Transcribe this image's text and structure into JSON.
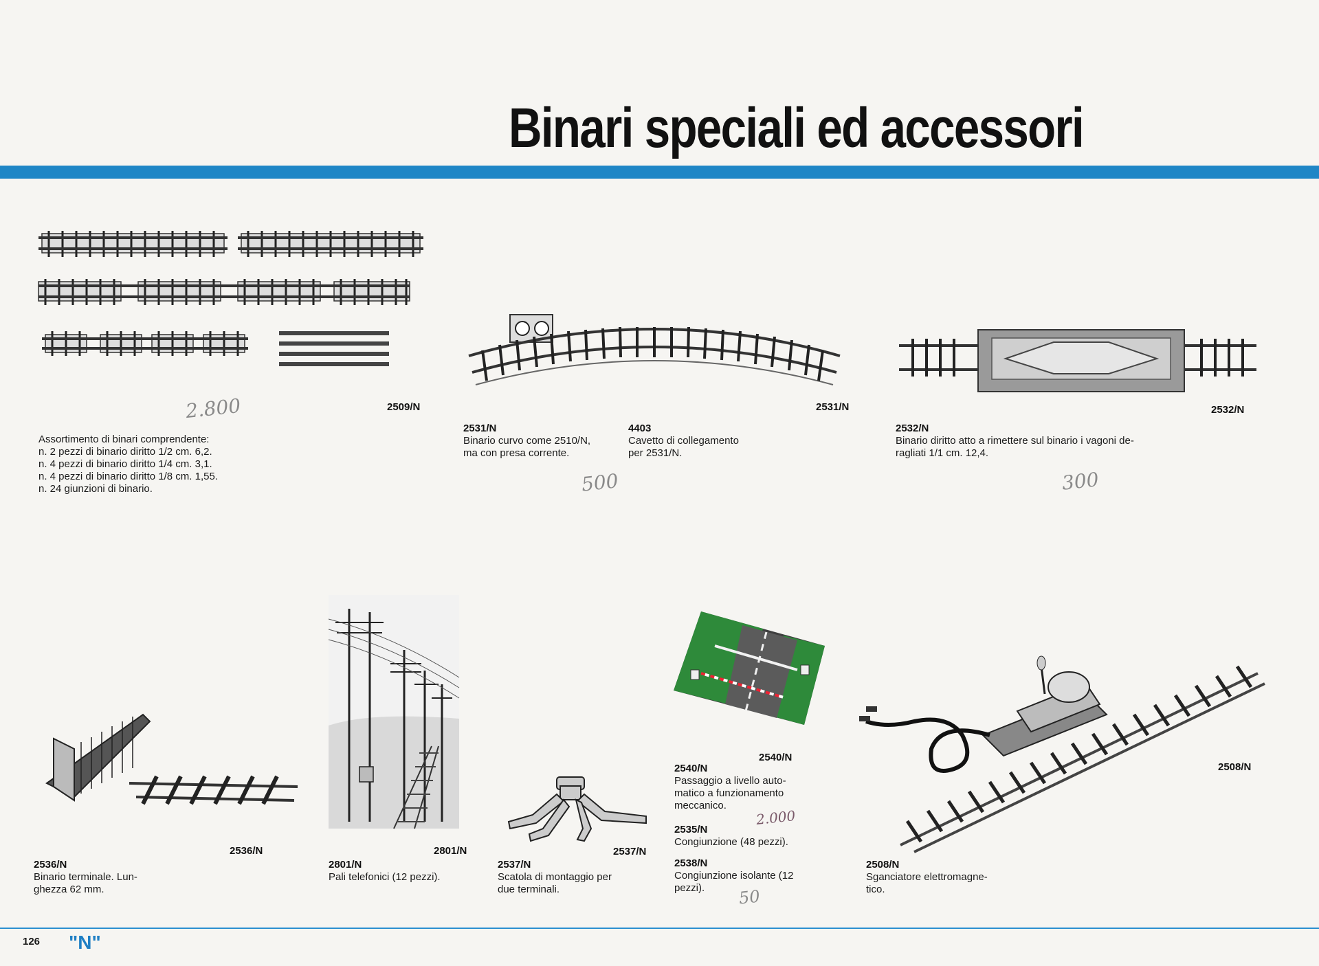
{
  "page": {
    "title": "Binari speciali ed accessori",
    "page_number": "126",
    "series": "\"N\""
  },
  "colors": {
    "accent": "#1f86c6"
  },
  "items": [
    {
      "code": "2509/N",
      "label": "",
      "lines": [
        "Assortimento di binari comprendente:",
        "n. 2 pezzi di binario diritto 1/2 cm. 6,2.",
        "n. 4 pezzi di binario diritto 1/4 cm. 3,1.",
        "n. 4 pezzi di binario diritto 1/8 cm. 1,55.",
        "n. 24 giunzioni di binario."
      ],
      "price_note": "2.800"
    },
    {
      "code": "2531/N",
      "label": "2531/N",
      "lines": [
        "Binario curvo come 2510/N,",
        "ma con presa corrente."
      ],
      "price_note": "500"
    },
    {
      "code": "4403",
      "lines": [
        "Cavetto di collegamento",
        "per 2531/N."
      ]
    },
    {
      "code": "2532/N",
      "label": "2532/N",
      "lines": [
        "Binario diritto atto a rimettere sul binario i vagoni de-",
        "ragliati 1/1 cm. 12,4."
      ],
      "price_note": "300"
    },
    {
      "code": "2536/N",
      "label": "2536/N",
      "lines": [
        "Binario terminale. Lun-",
        "ghezza 62 mm."
      ]
    },
    {
      "code": "2801/N",
      "label": "2801/N",
      "lines": [
        "Pali telefonici (12 pezzi)."
      ]
    },
    {
      "code": "2537/N",
      "label": "2537/N",
      "lines": [
        "Scatola di montaggio per",
        "due terminali."
      ]
    },
    {
      "code": "2540/N",
      "label": "2540/N",
      "lines": [
        "Passaggio a livello auto-",
        "matico a funzionamento",
        "meccanico."
      ],
      "price_note": "2.000"
    },
    {
      "code": "2535/N",
      "lines": [
        "Congiunzione (48 pezzi)."
      ]
    },
    {
      "code": "2538/N",
      "lines": [
        "Congiunzione isolante (12",
        "pezzi)."
      ],
      "price_note": "50"
    },
    {
      "code": "2508/N",
      "label": "2508/N",
      "lines": [
        "Sganciatore elettromagne-",
        "tico."
      ]
    }
  ]
}
